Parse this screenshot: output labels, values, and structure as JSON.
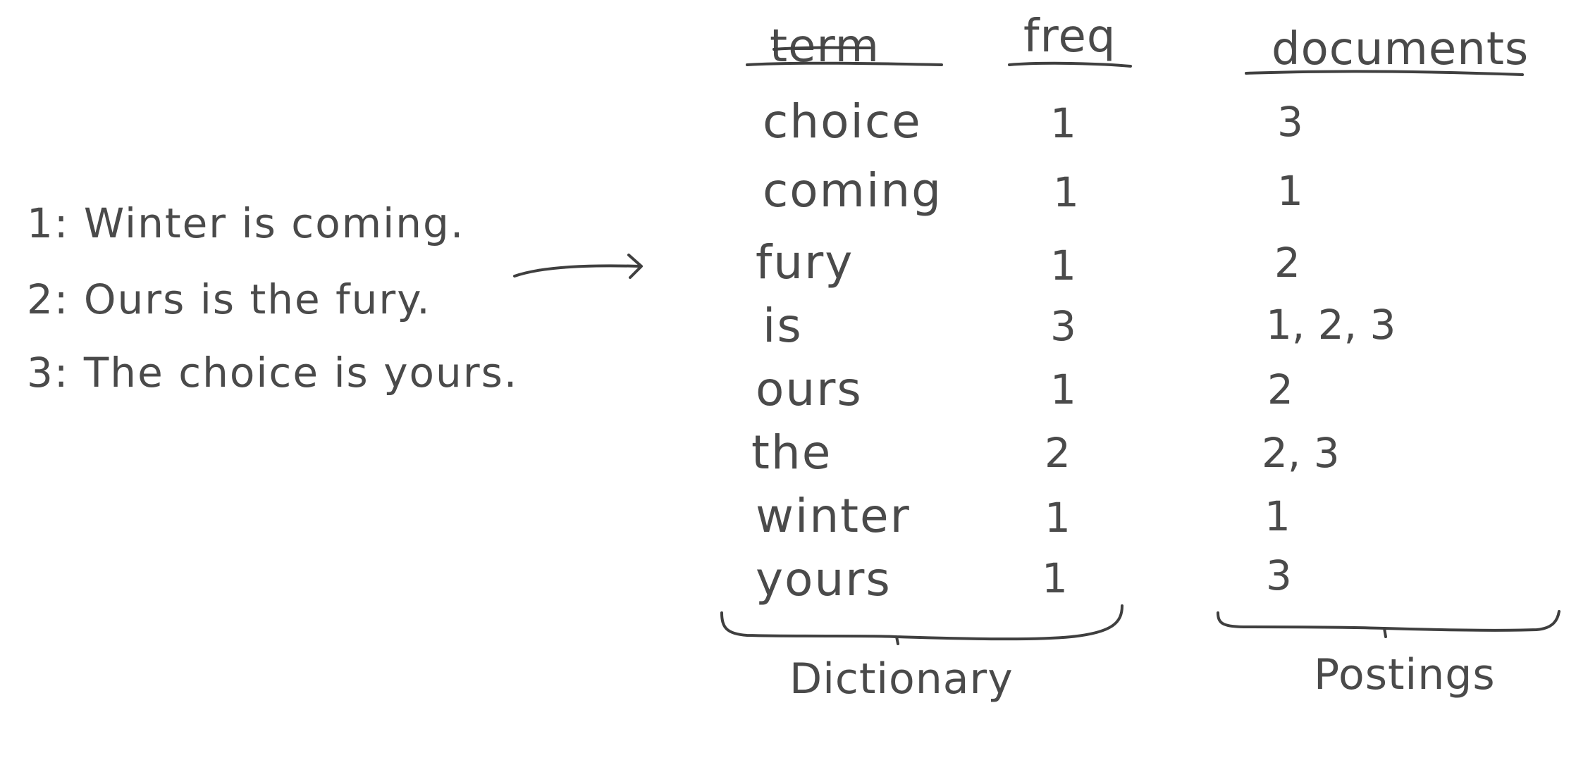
{
  "documents": [
    "1: Winter is coming.",
    "2: Ours is the fury.",
    "3: The choice is yours."
  ],
  "table": {
    "headers": {
      "term": "term",
      "freq": "freq",
      "documents": "documents"
    },
    "rows": [
      {
        "term": "choice",
        "freq": "1",
        "postings": "3"
      },
      {
        "term": "coming",
        "freq": "1",
        "postings": "1"
      },
      {
        "term": "fury",
        "freq": "1",
        "postings": "2"
      },
      {
        "term": "is",
        "freq": "3",
        "postings": "1, 2, 3"
      },
      {
        "term": "ours",
        "freq": "1",
        "postings": "2"
      },
      {
        "term": "the",
        "freq": "2",
        "postings": "2, 3"
      },
      {
        "term": "winter",
        "freq": "1",
        "postings": "1"
      },
      {
        "term": "yours",
        "freq": "1",
        "postings": "3"
      }
    ]
  },
  "labels": {
    "dictionary": "Dictionary",
    "postings": "Postings"
  }
}
